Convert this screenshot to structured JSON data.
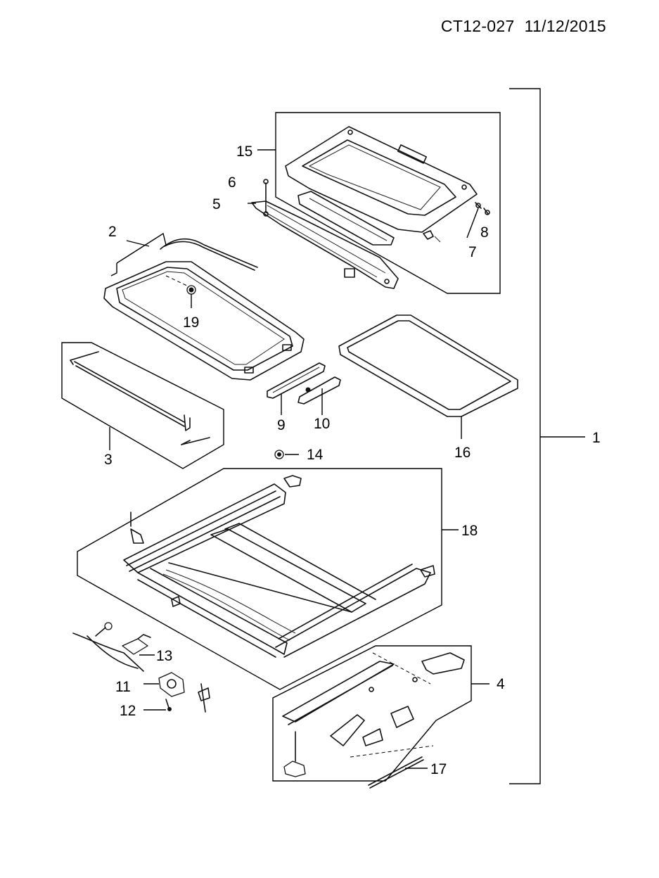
{
  "header": {
    "doc_code": "CT12-027",
    "date": "11/12/2015"
  },
  "callouts": [
    {
      "id": "c1",
      "label": "1"
    },
    {
      "id": "c2",
      "label": "2"
    },
    {
      "id": "c3",
      "label": "3"
    },
    {
      "id": "c4",
      "label": "4"
    },
    {
      "id": "c5",
      "label": "5"
    },
    {
      "id": "c6",
      "label": "6"
    },
    {
      "id": "c7",
      "label": "7"
    },
    {
      "id": "c8",
      "label": "8"
    },
    {
      "id": "c9",
      "label": "9"
    },
    {
      "id": "c10",
      "label": "10"
    },
    {
      "id": "c11",
      "label": "11"
    },
    {
      "id": "c12",
      "label": "12"
    },
    {
      "id": "c13",
      "label": "13"
    },
    {
      "id": "c14",
      "label": "14"
    },
    {
      "id": "c15",
      "label": "15"
    },
    {
      "id": "c16",
      "label": "16"
    },
    {
      "id": "c17",
      "label": "17"
    },
    {
      "id": "c18",
      "label": "18"
    },
    {
      "id": "c19",
      "label": "19"
    }
  ]
}
